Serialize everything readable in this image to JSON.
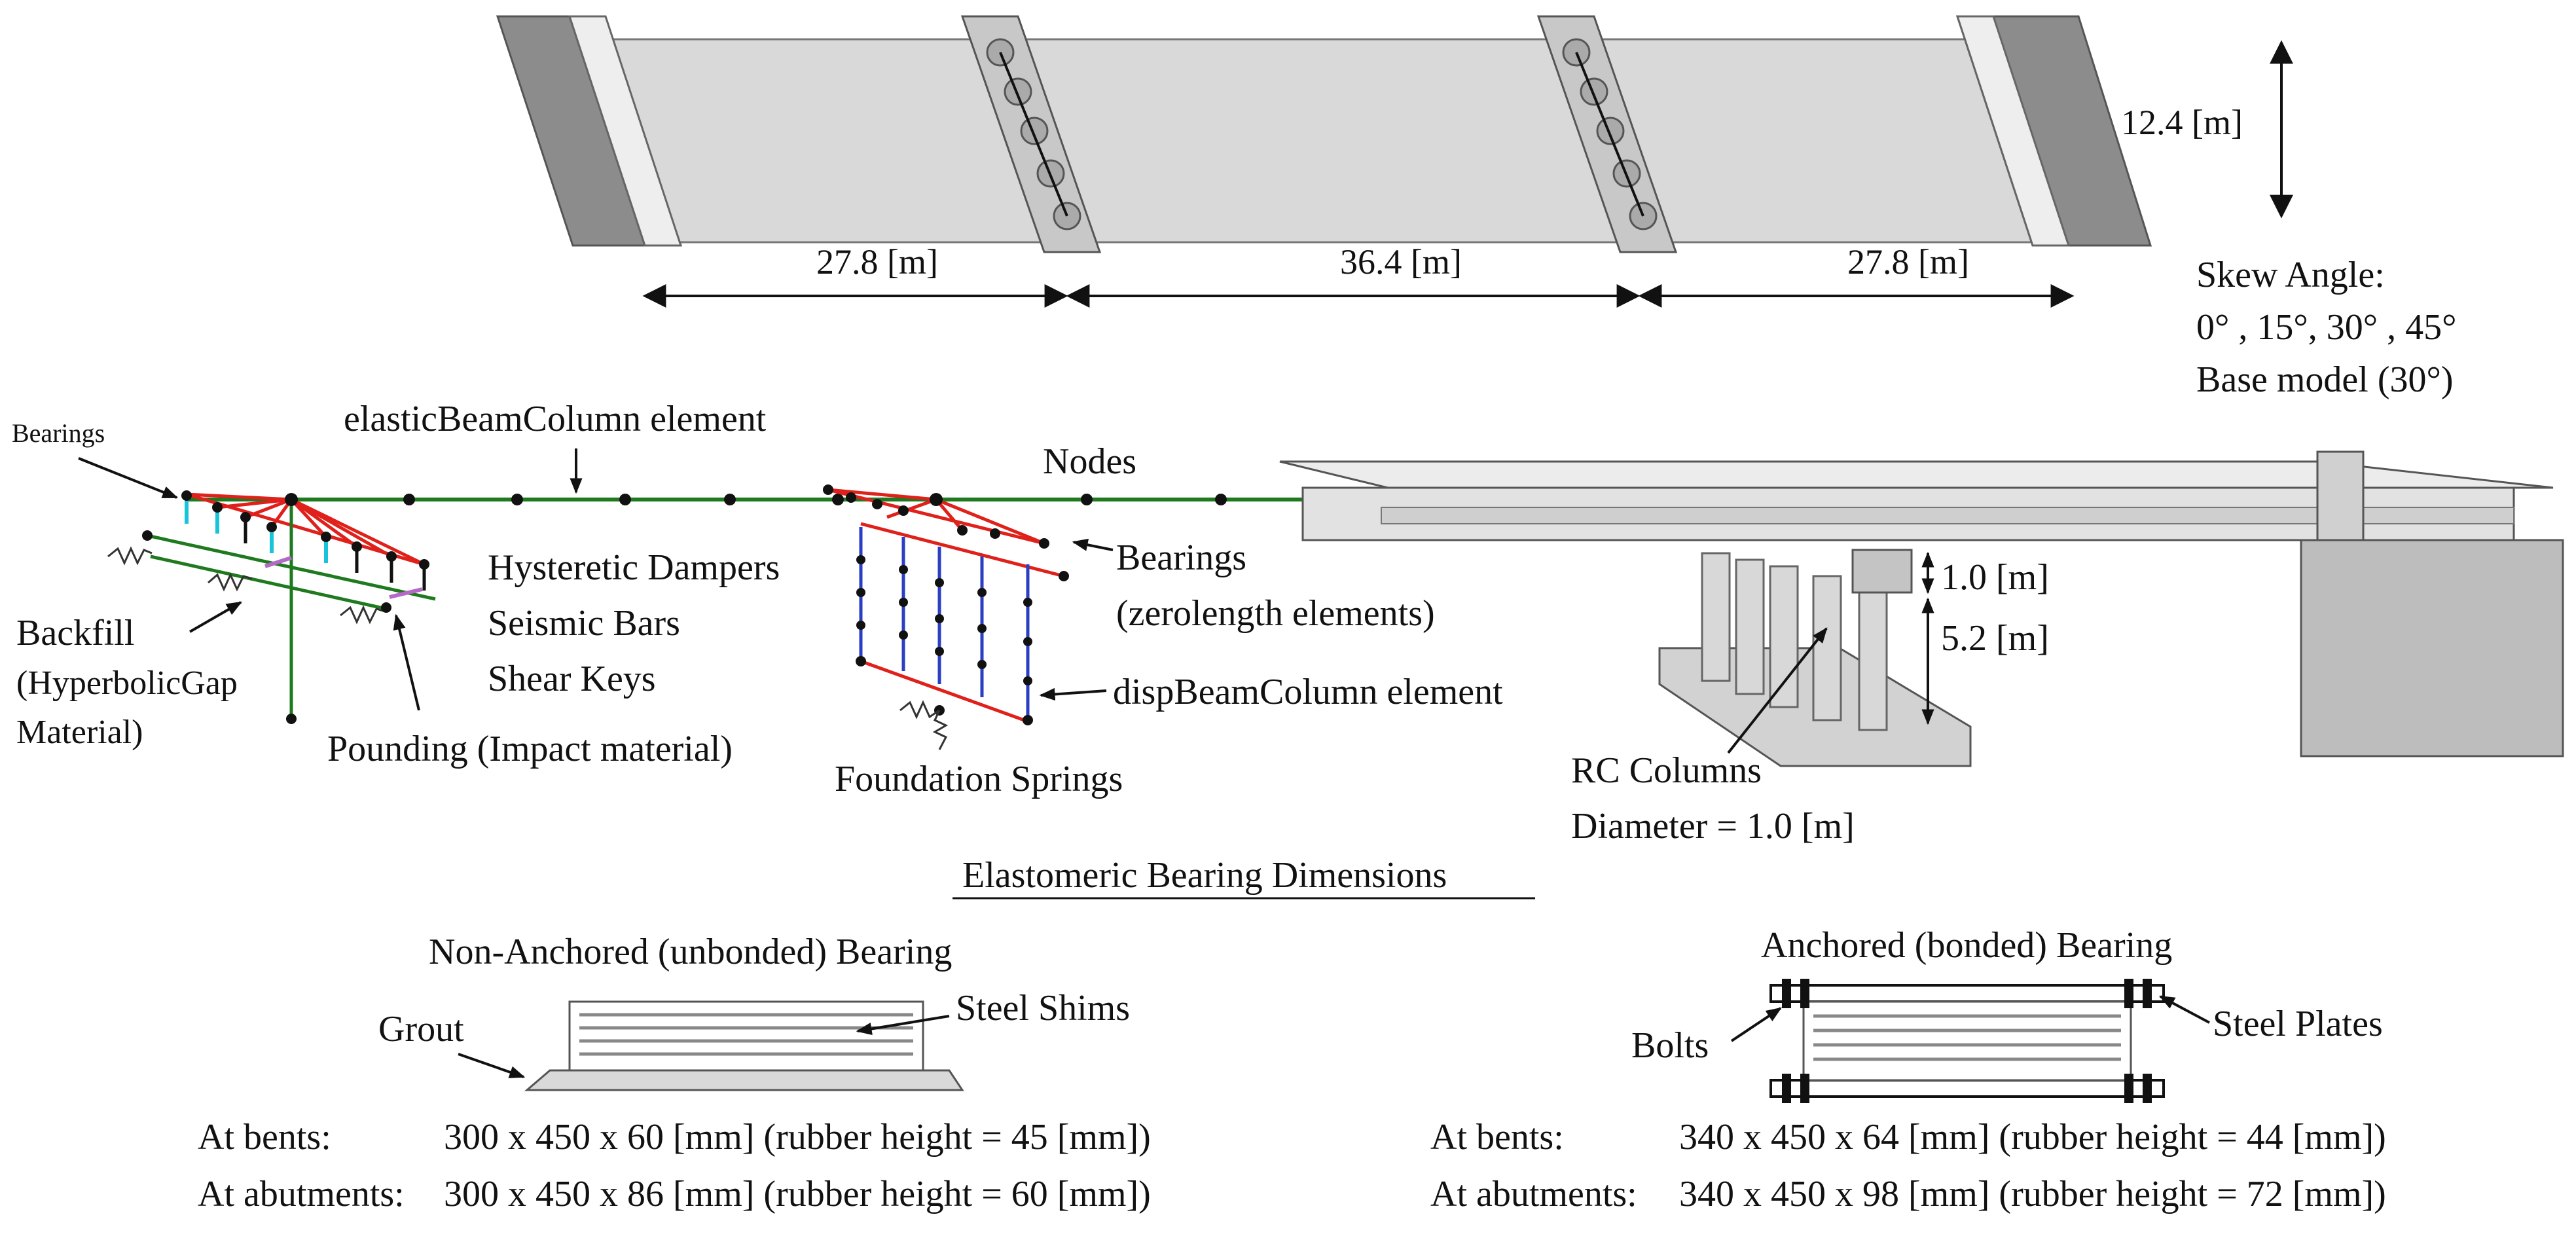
{
  "colors": {
    "deck": "#d9d9d9",
    "abutment": "#8c8c8c",
    "element_green": "#1f7a1f",
    "rigid_red": "#e0201b",
    "column_blue": "#2b3fc4",
    "damper_cyan": "#19c3d9",
    "pounding_purple": "#b469c8"
  },
  "plan": {
    "span_labels": [
      "27.8 [m]",
      "36.4 [m]",
      "27.8 [m]"
    ],
    "width_label": "12.4 [m]",
    "skew_title": "Skew Angle:",
    "skew_values": "0° , 15°, 30° , 45°",
    "skew_base": "Base model (30°)"
  },
  "model": {
    "bearings_small": "Bearings",
    "beam_element": "elasticBeamColumn element",
    "nodes": "Nodes",
    "dampers": "Hysteretic Dampers",
    "seismic_bars": "Seismic Bars",
    "shear_keys": "Shear Keys",
    "backfill_1": "Backfill",
    "backfill_2": "(HyperbolicGap",
    "backfill_3": "Material)",
    "pounding": "Pounding (Impact material)",
    "bearings_1": "Bearings",
    "bearings_2": "(zerolength elements)",
    "disp_beam": "dispBeamColumn element",
    "foundation": "Foundation Springs"
  },
  "bridge3d": {
    "cap_depth": "1.0 [m]",
    "column_height": "5.2 [m]",
    "rc_columns": "RC Columns",
    "diameter": "Diameter = 1.0 [m]"
  },
  "bearings": {
    "section_title": "Elastomeric Bearing Dimensions",
    "non_anchored": {
      "title": "Non-Anchored (unbonded) Bearing",
      "grout": "Grout",
      "shims": "Steel Shims",
      "bents_label": "At bents:",
      "bents_value": "300 x 450 x 60 [mm] (rubber height = 45 [mm])",
      "abutments_label": "At abutments:",
      "abutments_value": "300 x 450 x 86 [mm] (rubber height  = 60 [mm])"
    },
    "anchored": {
      "title": "Anchored (bonded) Bearing",
      "bolts": "Bolts",
      "plates": "Steel Plates",
      "bents_label": "At bents:",
      "bents_value": "340 x 450 x 64 [mm] (rubber height = 44 [mm])",
      "abutments_label": "At abutments:",
      "abutments_value": "340 x 450 x 98 [mm] (rubber height  = 72 [mm])"
    }
  }
}
